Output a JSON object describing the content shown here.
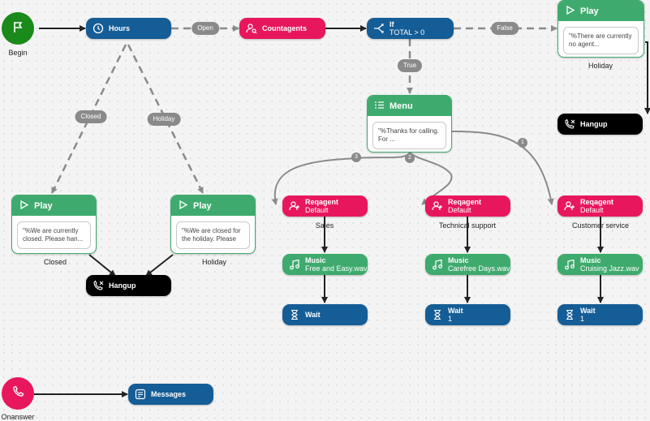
{
  "begin": {
    "label": "Begin",
    "icon": "flag-icon"
  },
  "onanswer": {
    "label": "Onanswer",
    "icon": "phone-icon"
  },
  "hours": {
    "label": "Hours"
  },
  "countagents": {
    "label": "Countagents"
  },
  "if_node": {
    "title": "If",
    "condition": "TOTAL > 0"
  },
  "menu": {
    "title": "Menu",
    "message": "\"%Thanks for calling. For ..."
  },
  "play_top": {
    "title": "Play",
    "message": "\"%There are currently no agent...",
    "caption": "Holiday"
  },
  "play_closed": {
    "title": "Play",
    "message": "\"%We are currently closed. Please han...",
    "caption": "Closed"
  },
  "play_holiday": {
    "title": "Play",
    "message": "\"%We are closed for the holiday. Please",
    "caption": "Holiday"
  },
  "hangup_left": {
    "label": "Hangup"
  },
  "hangup_right": {
    "label": "Hangup"
  },
  "messages": {
    "label": "Messages"
  },
  "edge_labels": {
    "open": "Open",
    "false": "False",
    "true": "True",
    "closed": "Closed",
    "holiday": "Holiday"
  },
  "menu_badges": {
    "b1": "1",
    "b2": "2",
    "b3": "3"
  },
  "branches": [
    {
      "reqagent": "Reqagent",
      "reqagent_sub": "Default",
      "caption": "Sales",
      "music": "Music",
      "music_sub": "Free and Easy.wav",
      "wait": "Wait",
      "wait_sub": ""
    },
    {
      "reqagent": "Reqagent",
      "reqagent_sub": "Default",
      "caption": "Technical support",
      "music": "Music",
      "music_sub": "Carefree Days.wav",
      "wait": "Wait",
      "wait_sub": "1"
    },
    {
      "reqagent": "Reqagent",
      "reqagent_sub": "Default",
      "caption": "Customer service",
      "music": "Music",
      "music_sub": "Cruising Jazz.wav",
      "wait": "Wait",
      "wait_sub": "1"
    }
  ],
  "colors": {
    "blue": "#155d96",
    "pink": "#e8175d",
    "green": "#3faa6e",
    "black": "#000000",
    "connector": "#8a8a8a"
  }
}
